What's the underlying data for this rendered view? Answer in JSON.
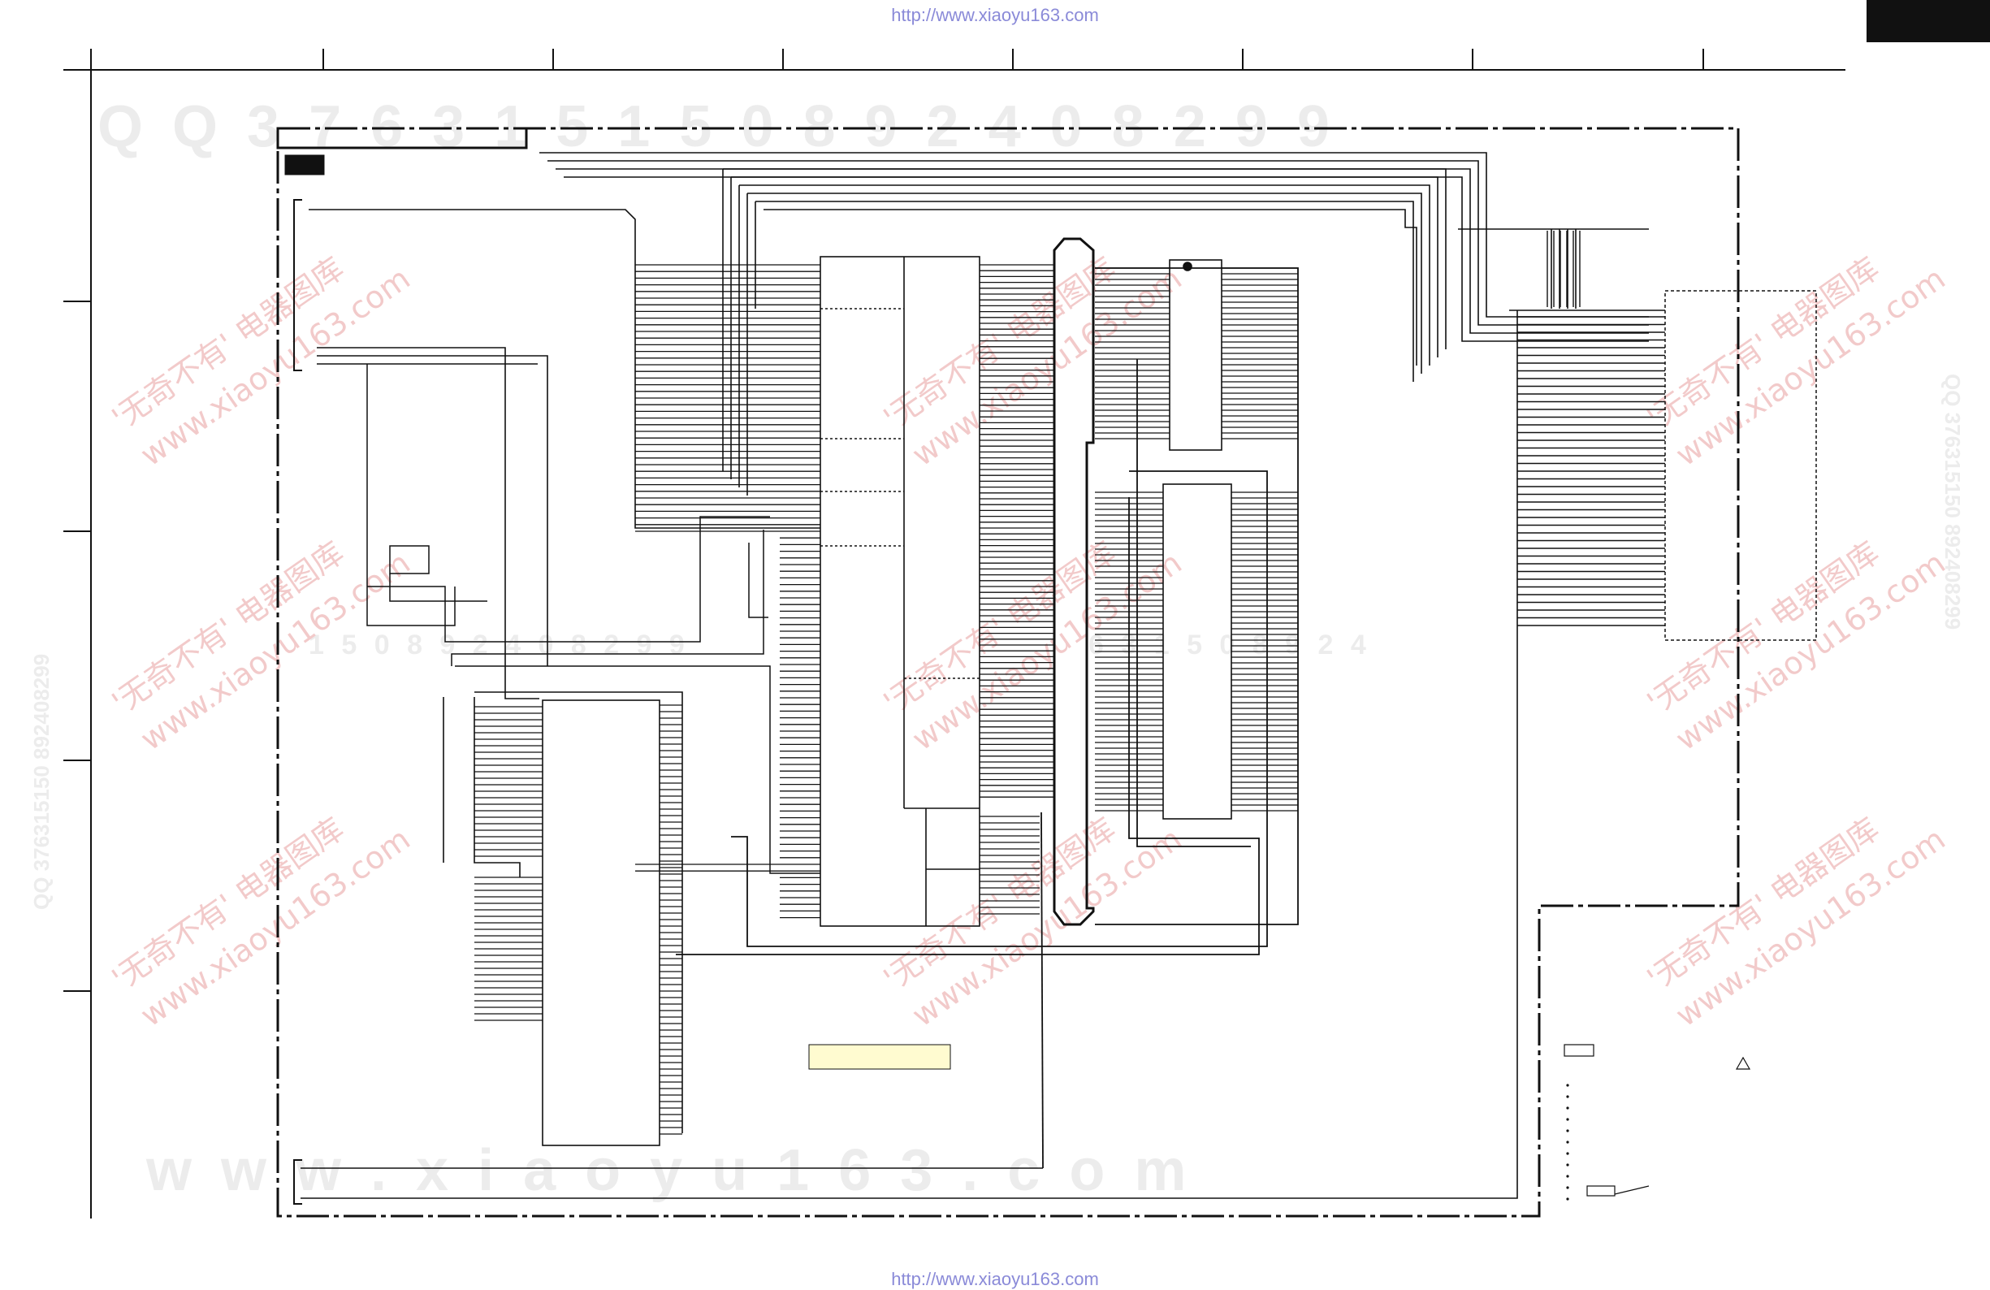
{
  "header": {
    "url_top": "http://www.xiaoyu163.com",
    "url_bottom": "http://www.xiaoyu163.com"
  },
  "watermarks": {
    "qq_line": "Q Q   3 7 6 3 1 5 1 5 0     8 9 2 4 0 8 2 9 9",
    "mid_line": "1 5 0     8 9 2 4 0 8 2 9 9",
    "mid_line_right": "6 3 1 5 0     8 9 2 4",
    "site_line": "w w w . x i a o y u 1 6 3 . c o m",
    "diag_cn": "'无奇不有' 电器图库",
    "diag_en": "www.xiaoyu163.com",
    "side_text": "QQ 376315150 892408299"
  },
  "colors": {
    "line": "#111111",
    "watermark": "#e9e9e9",
    "watermark_red": "#f3c9c9",
    "url": "#8a8ad8",
    "note_box": "#fffbd0"
  }
}
